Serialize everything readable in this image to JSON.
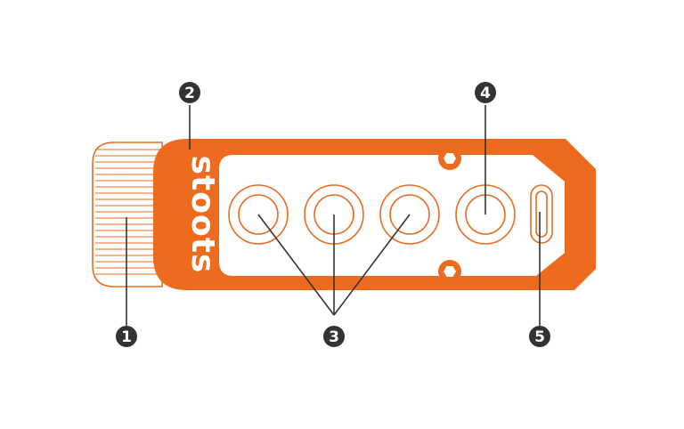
{
  "device": {
    "brand_text": "stoots",
    "colors": {
      "body": "#ED6B1F",
      "outline": "#ED6B1F",
      "panel": "#ffffff",
      "callout_fill": "#333333",
      "callout_text": "#ffffff",
      "leader": "#333333"
    }
  },
  "callouts": [
    {
      "label": "1"
    },
    {
      "label": "2"
    },
    {
      "label": "3"
    },
    {
      "label": "4"
    },
    {
      "label": "5"
    }
  ]
}
